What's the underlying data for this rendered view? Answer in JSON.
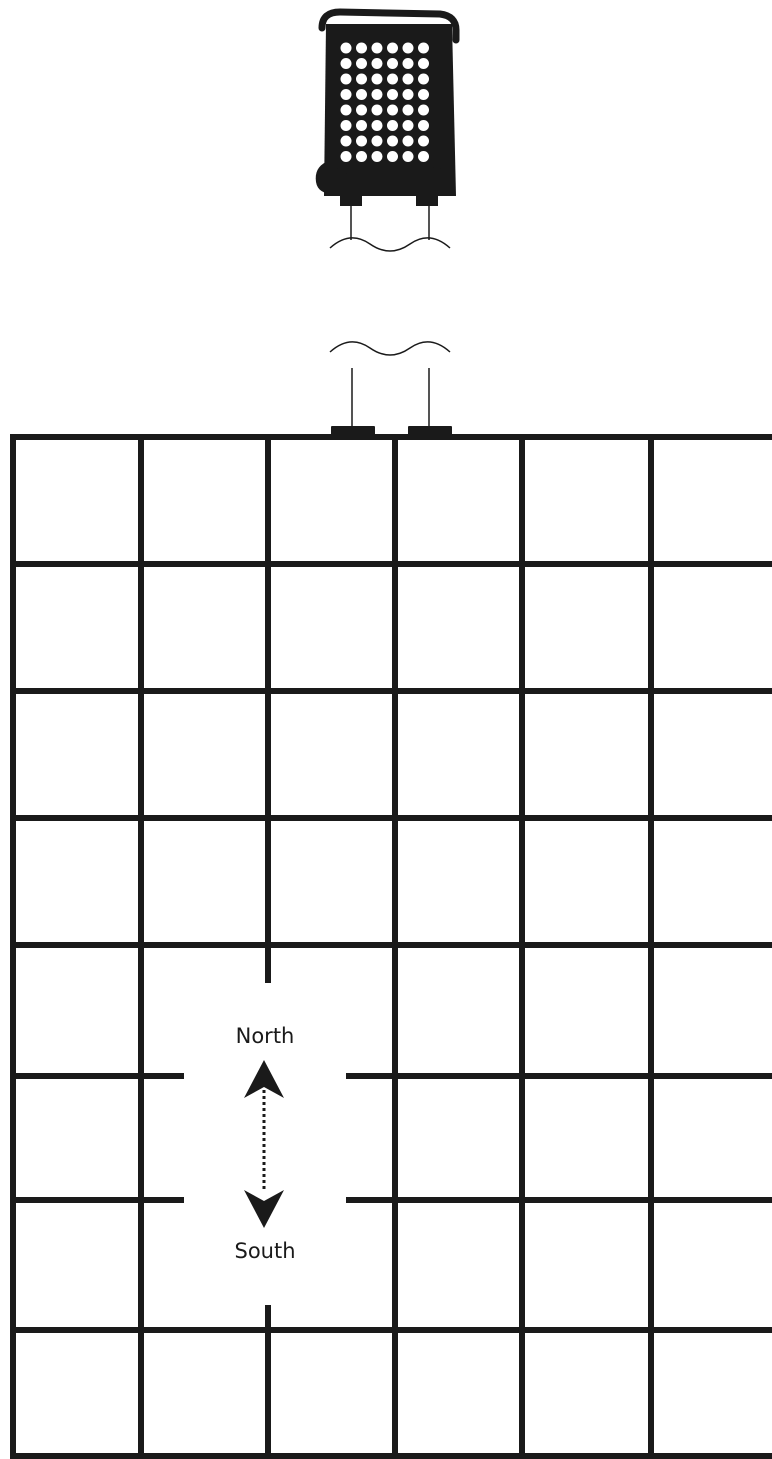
{
  "labels": {
    "north": "North",
    "south": "South"
  },
  "grid": {
    "columns": 6,
    "rows": 8
  },
  "colors": {
    "ink": "#1a1a1a",
    "paper": "#ffffff"
  },
  "icons": {
    "device": "speaker-cabinet-icon",
    "arrow_up": "arrow-up-icon",
    "arrow_down": "arrow-down-icon"
  }
}
